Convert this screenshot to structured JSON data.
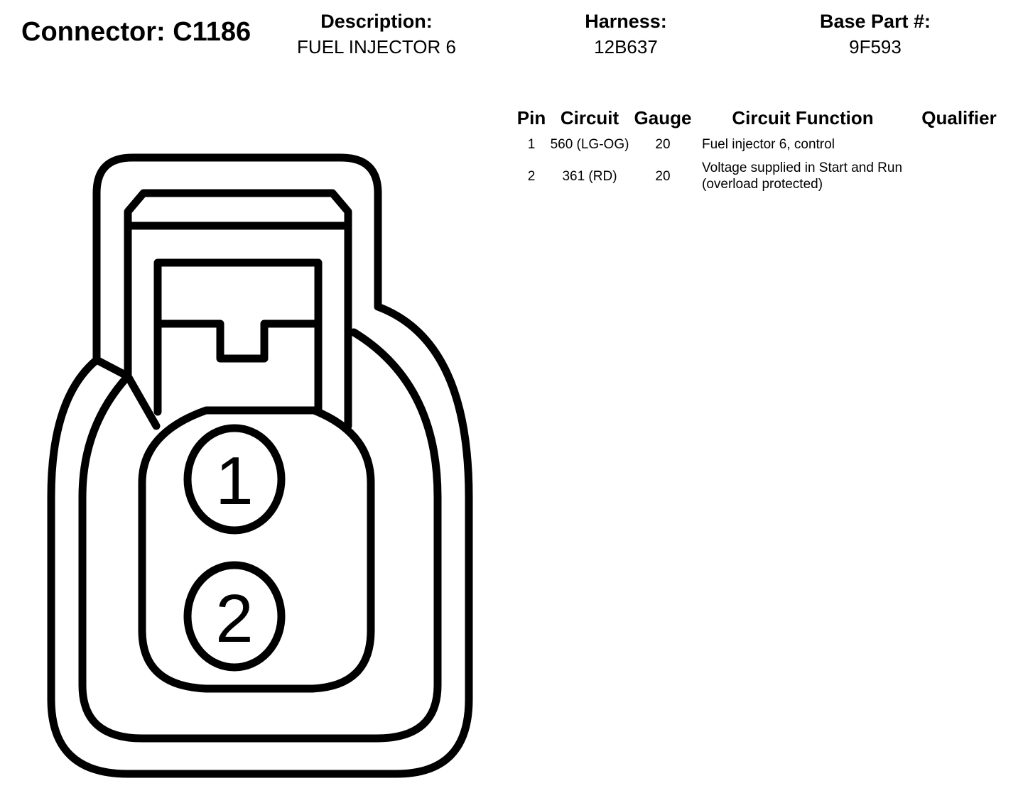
{
  "connector": {
    "label": "Connector: C1186"
  },
  "header": {
    "description": {
      "label": "Description:",
      "value": "FUEL INJECTOR 6"
    },
    "harness": {
      "label": "Harness:",
      "value": "12B637"
    },
    "base_part": {
      "label": "Base Part #:",
      "value": "9F593"
    }
  },
  "table": {
    "columns": [
      "Pin",
      "Circuit",
      "Gauge",
      "Circuit Function",
      "Qualifier"
    ],
    "rows": [
      {
        "pin": "1",
        "circuit": "560 (LG-OG)",
        "gauge": "20",
        "function": "Fuel injector 6, control",
        "qualifier": ""
      },
      {
        "pin": "2",
        "circuit": "361 (RD)",
        "gauge": "20",
        "function": "Voltage supplied in Start and Run (overload protected)",
        "qualifier": ""
      }
    ]
  },
  "diagram": {
    "pins": [
      {
        "label": "1"
      },
      {
        "label": "2"
      }
    ]
  }
}
